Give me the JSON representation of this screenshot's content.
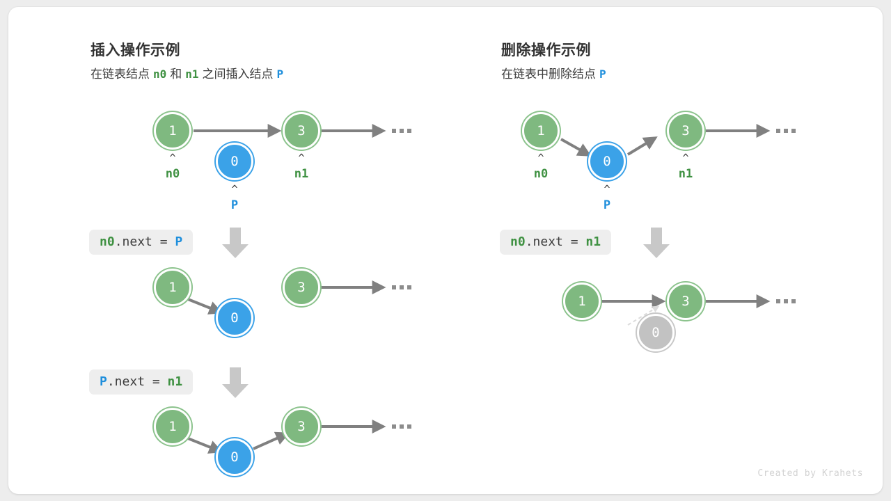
{
  "page": {
    "background": "#ededed",
    "card_background": "#ffffff",
    "credit": "Created by Krahets"
  },
  "colors": {
    "green_node": "#7fb980",
    "green_text": "#3f9142",
    "blue_node": "#3ba2e8",
    "blue_text": "#1f8fdc",
    "gray_node": "#c2c2c2",
    "arrow": "#808080",
    "chip_bg": "#eeeeee",
    "down_arrow": "#c8c8c8"
  },
  "panels": [
    {
      "id": "insert",
      "title": "插入操作示例",
      "subtitle": {
        "part1": "在链表结点",
        "var1": "n0",
        "part2": "和",
        "var2": "n1",
        "part3": "之间插入结点",
        "var3": "P"
      },
      "rows": [
        {
          "id": "insert-before",
          "nodes": [
            {
              "value": "1",
              "color": "green",
              "pointer": "n0",
              "pointer_color": "green"
            },
            {
              "value": "0",
              "color": "blue",
              "pointer": "P",
              "pointer_color": "blue"
            },
            {
              "value": "3",
              "color": "green",
              "pointer": "n1",
              "pointer_color": "green"
            }
          ],
          "ellipsis": "..."
        },
        {
          "id": "insert-step-1",
          "code": {
            "lhs": "n0",
            "lhs_color": "green",
            "mid": ".next = ",
            "rhs": "P",
            "rhs_color": "blue"
          },
          "nodes": [
            {
              "value": "1",
              "color": "green"
            },
            {
              "value": "0",
              "color": "blue"
            },
            {
              "value": "3",
              "color": "green"
            }
          ],
          "ellipsis": "..."
        },
        {
          "id": "insert-step-2",
          "code": {
            "lhs": "P",
            "lhs_color": "blue",
            "mid": ".next = ",
            "rhs": "n1",
            "rhs_color": "green"
          },
          "nodes": [
            {
              "value": "1",
              "color": "green"
            },
            {
              "value": "0",
              "color": "blue"
            },
            {
              "value": "3",
              "color": "green"
            }
          ],
          "ellipsis": "..."
        }
      ]
    },
    {
      "id": "delete",
      "title": "删除操作示例",
      "subtitle": {
        "part1": "在链表中删除结点",
        "var1": "P"
      },
      "rows": [
        {
          "id": "delete-before",
          "nodes": [
            {
              "value": "1",
              "color": "green",
              "pointer": "n0",
              "pointer_color": "green"
            },
            {
              "value": "0",
              "color": "blue",
              "pointer": "P",
              "pointer_color": "blue"
            },
            {
              "value": "3",
              "color": "green",
              "pointer": "n1",
              "pointer_color": "green"
            }
          ],
          "ellipsis": "..."
        },
        {
          "id": "delete-step-1",
          "code": {
            "lhs": "n0",
            "lhs_color": "green",
            "mid": ".next = ",
            "rhs": "n1",
            "rhs_color": "green"
          },
          "nodes": [
            {
              "value": "1",
              "color": "green"
            },
            {
              "value": "0",
              "color": "gray"
            },
            {
              "value": "3",
              "color": "green"
            }
          ],
          "ellipsis": "..."
        }
      ]
    }
  ]
}
